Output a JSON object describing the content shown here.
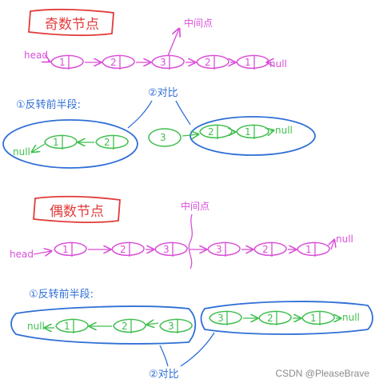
{
  "odd": {
    "title": "奇数节点",
    "head_label": "head",
    "middle_label": "中间点",
    "null_label": "null",
    "nodes": [
      "1",
      "2",
      "3",
      "2",
      "1"
    ],
    "step1_label": "①反转前半段:",
    "step2_label": "②对比",
    "left_group_null": "null",
    "left_group_nodes": [
      "1",
      "2"
    ],
    "right_group_nodes": [
      "3",
      "2",
      "1"
    ],
    "right_group_null": "null"
  },
  "even": {
    "title": "偶数节点",
    "head_label": "head",
    "middle_label": "中间点",
    "null_label": "null",
    "nodes": [
      "1",
      "2",
      "3",
      "3",
      "2",
      "1"
    ],
    "step1_label": "①反转前半段:",
    "step2_label": "②对比",
    "left_group_null": "null",
    "left_group_nodes": [
      "1",
      "2",
      "3"
    ],
    "right_group_nodes": [
      "3",
      "2",
      "1"
    ],
    "right_group_null": "null"
  },
  "watermark": "CSDN @PleaseBrave",
  "colors": {
    "title_red": "#e23b3b",
    "pink": "#d94fd8",
    "green": "#3fbf4f",
    "blue": "#2f6fd6",
    "black": "#222222"
  }
}
